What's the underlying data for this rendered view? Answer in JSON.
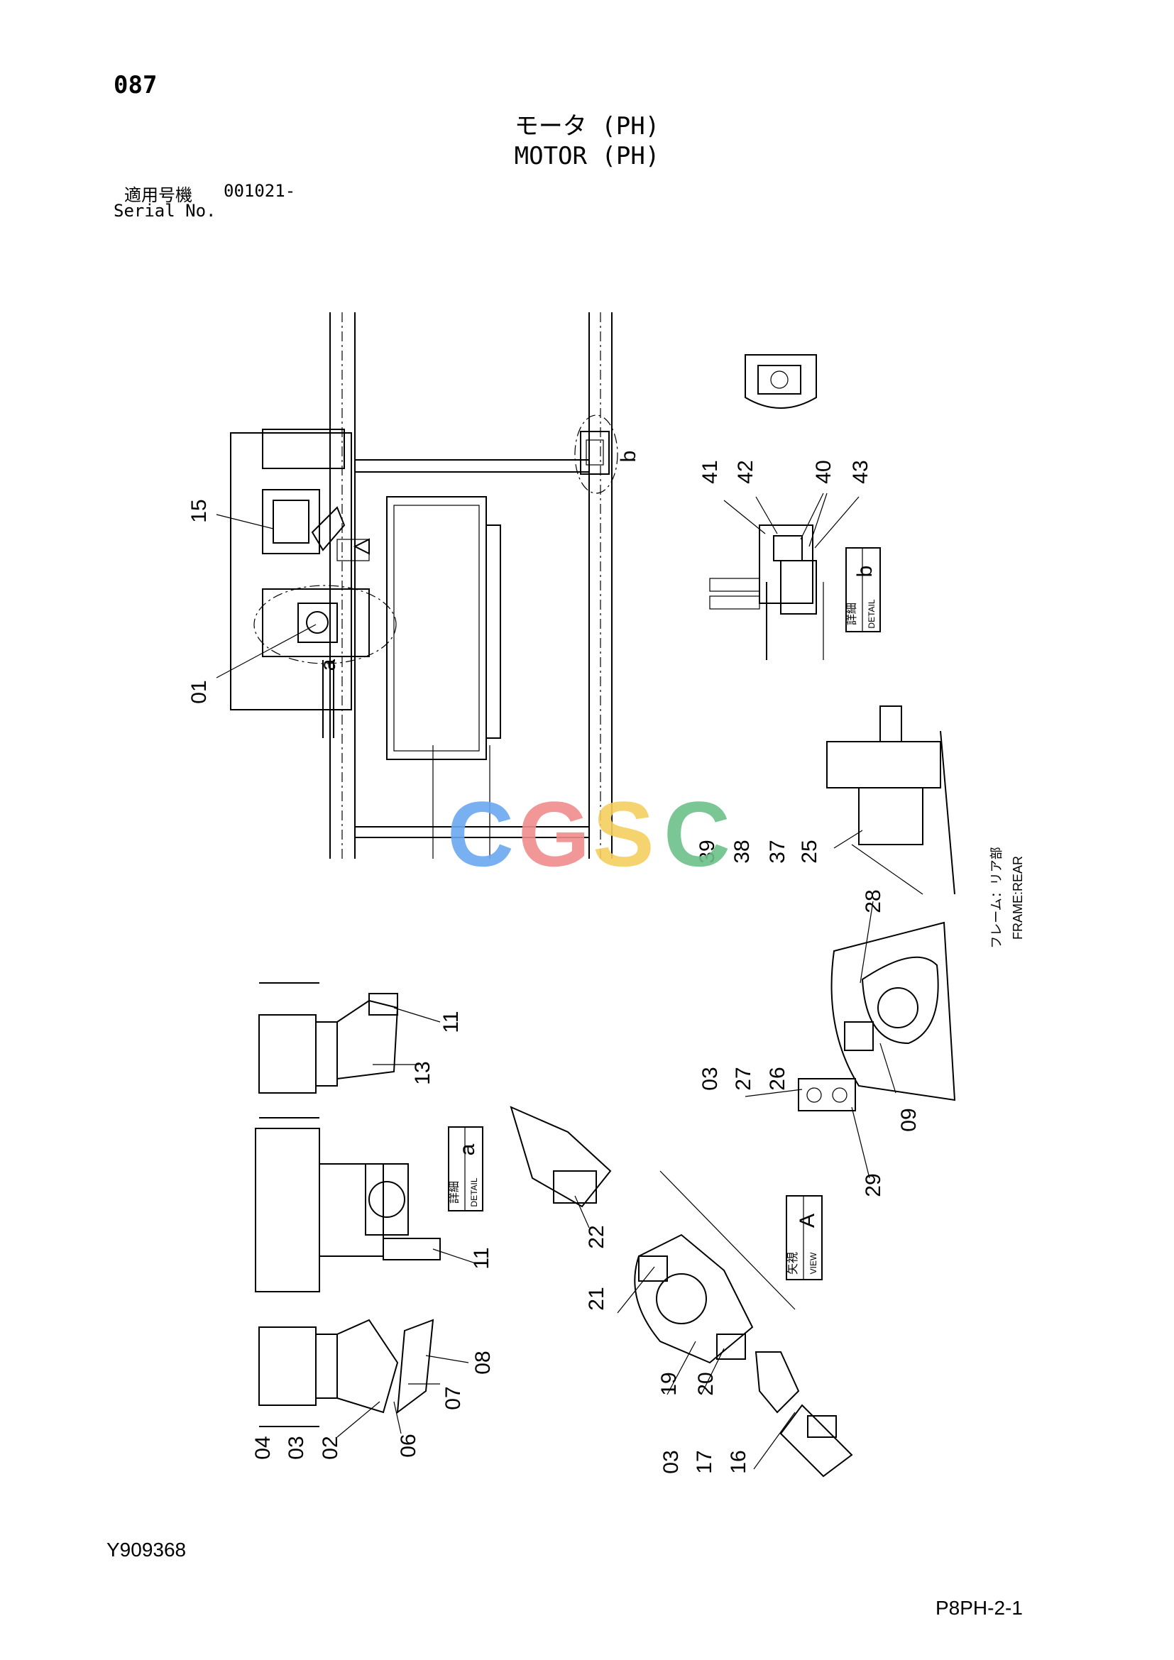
{
  "header": {
    "page_number": "087",
    "title_jp": "モータ (PH)",
    "title_en": "MOTOR (PH)",
    "serial_label_jp": "適用号機",
    "serial_value": "001021-",
    "serial_label_en": "Serial No."
  },
  "footer": {
    "drawing_code": "Y909368",
    "sheet_code": "P8PH-2-1"
  },
  "watermark": {
    "text": "CGSC",
    "colors": [
      "#6aa8f0",
      "#f08c8c",
      "#f5d060",
      "#6cc08a"
    ]
  },
  "detail_boxes": {
    "a": {
      "letter": "a",
      "jp": "詳細",
      "en": "DETAIL"
    },
    "b": {
      "letter": "b",
      "jp": "詳細",
      "en": "DETAIL"
    },
    "A": {
      "letter": "A",
      "jp": "矢視",
      "en": "VIEW"
    }
  },
  "frame_label": {
    "jp": "フレーム：リア部",
    "en": "FRAME:REAR"
  },
  "callouts": {
    "c15": "15",
    "c01": "01",
    "c_a": "a",
    "c_b": "b",
    "c41": "41",
    "c42": "42",
    "c40": "40",
    "c43": "43",
    "c39": "39",
    "c38": "38",
    "c37": "37",
    "c25": "25",
    "c28": "28",
    "c09": "09",
    "c03a": "03",
    "c27": "27",
    "c26": "26",
    "c29": "29",
    "c11a": "11",
    "c13": "13",
    "c11b": "11",
    "c22": "22",
    "c21": "21",
    "c19": "19",
    "c20": "20",
    "c08": "08",
    "c07": "07",
    "c06": "06",
    "c04": "04",
    "c03b": "03",
    "c02": "02",
    "c03c": "03",
    "c17": "17",
    "c16": "16"
  }
}
